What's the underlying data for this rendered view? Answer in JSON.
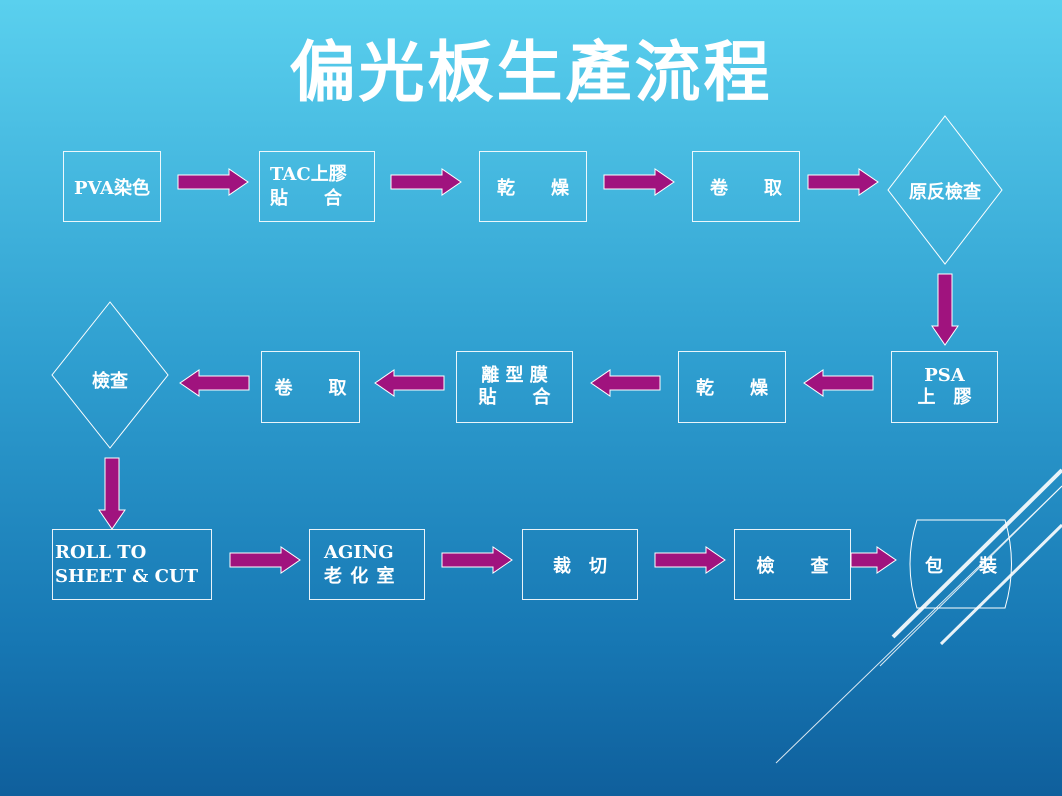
{
  "title": "偏光板生產流程",
  "steps": {
    "pva_dye": "PVA染色",
    "tac_laminate_1": "TAC上膠",
    "tac_laminate_2": "貼　　合",
    "dry_1": "乾　　燥",
    "wind_1": "卷　　取",
    "raw_inspect": "原反檢查",
    "psa_1": "PSA",
    "psa_2": "上　膠",
    "dry_2": "乾　　燥",
    "release_film_1": "離 型 膜",
    "release_film_2": "貼　　合",
    "wind_2": "卷　　取",
    "inspect_1": "檢查",
    "roll_sheet_1": "ROLL TO",
    "roll_sheet_2": "SHEET & CUT",
    "aging_1": "AGING",
    "aging_2": "老 化 室",
    "cut": "裁　切",
    "inspect_2": "檢　　查",
    "pack": "包　　裝"
  },
  "colors": {
    "arrow": "#a0137e",
    "node_border": "#ffffff",
    "text": "#ffffff",
    "background_top": "#5ad0ee",
    "background_bottom": "#0f5f9c"
  }
}
